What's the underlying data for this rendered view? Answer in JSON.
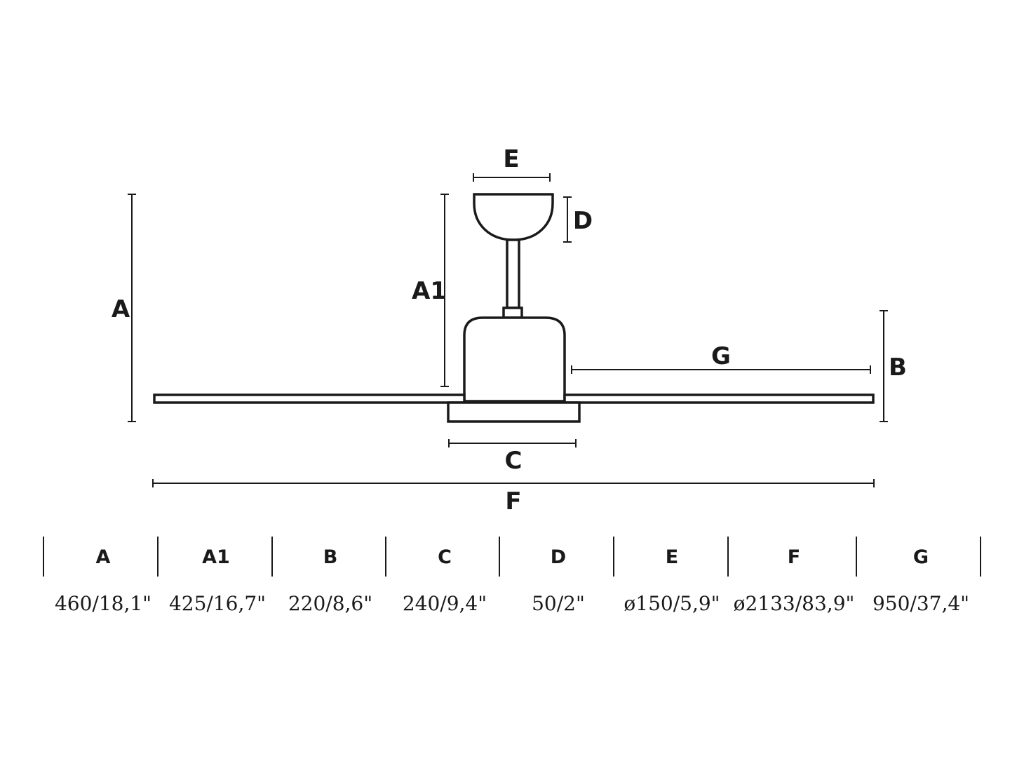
{
  "labels": {
    "A": "A",
    "A1": "A1",
    "B": "B",
    "C": "C",
    "D": "D",
    "E": "E",
    "F": "F",
    "G": "G"
  },
  "table": {
    "headers": [
      "A",
      "A1",
      "B",
      "C",
      "D",
      "E",
      "F",
      "G"
    ],
    "values": [
      "460/18,1\"",
      "425/16,7\"",
      "220/8,6\"",
      "240/9,4\"",
      "50/2\"",
      "ø150/5,9\"",
      "ø2133/83,9\"",
      "950/37,4\""
    ]
  },
  "colors": {
    "line": "#1a1a1a",
    "background": "#ffffff"
  }
}
